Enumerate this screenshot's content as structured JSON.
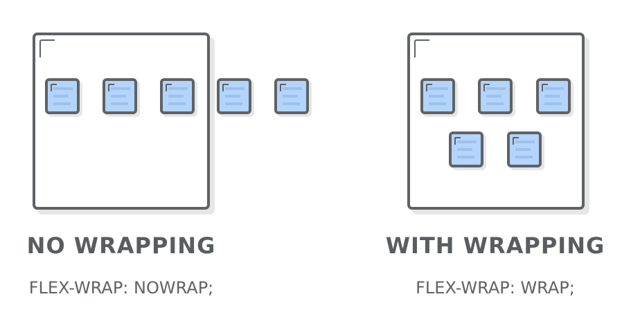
{
  "colors": {
    "border": "#5f6265",
    "item_fill": "#b3d4fc",
    "item_lines": "#9ec1ea",
    "shadow": "#e6e6e6",
    "text": "#5a5d60"
  },
  "panels": [
    {
      "title": "NO WRAPPING",
      "code": "FLEX-WRAP: NOWRAP;",
      "item_count": 5
    },
    {
      "title": "WITH WRAPPING",
      "code": "FLEX-WRAP: WRAP;",
      "item_count": 5
    }
  ]
}
